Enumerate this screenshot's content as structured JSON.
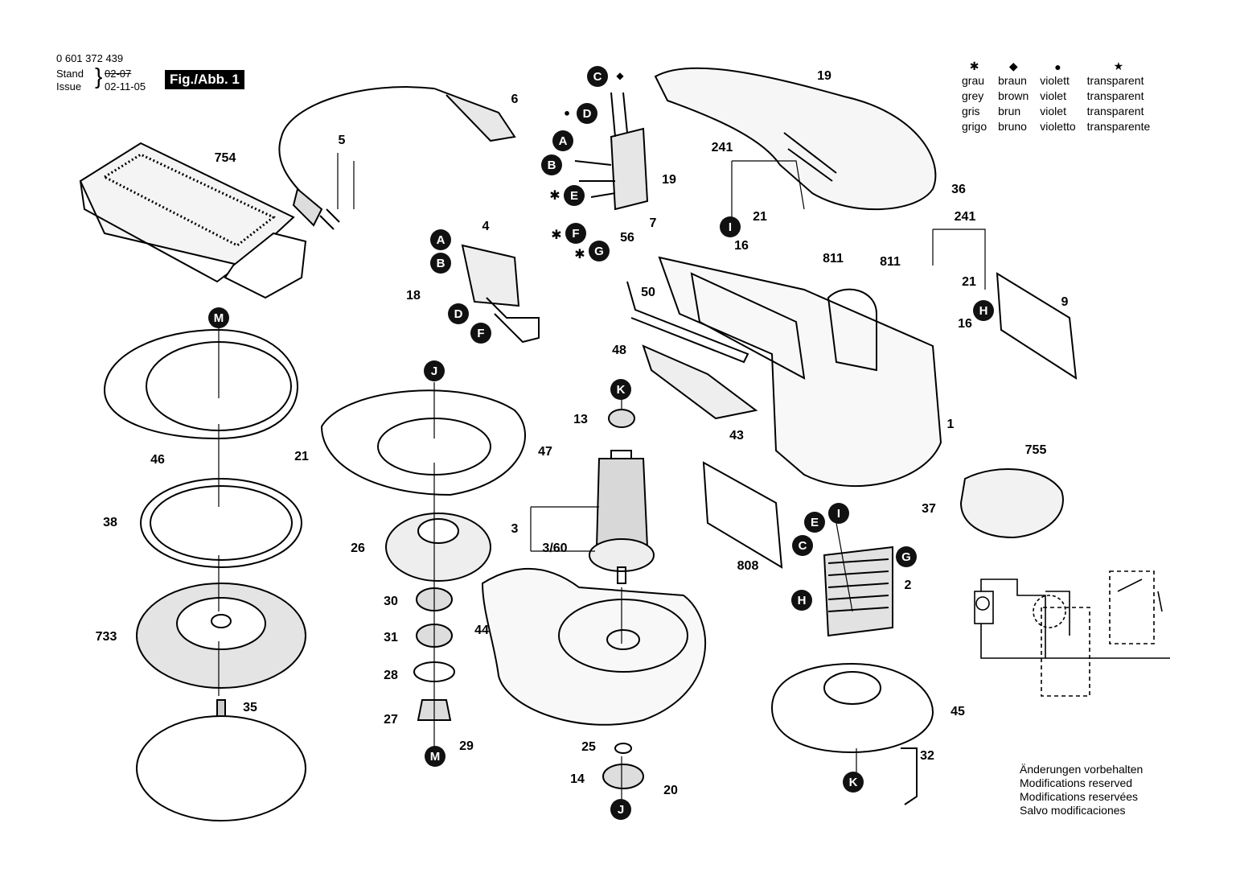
{
  "header": {
    "part_number": "0 601 372 439",
    "stand_label": "Stand",
    "issue_label": "Issue",
    "stand_date": "02-07",
    "issue_date": "02-11-05",
    "figure_label": "Fig./Abb. 1"
  },
  "legend": {
    "symbols": [
      "✱",
      "◆",
      "●",
      "★"
    ],
    "rows": [
      [
        "grau",
        "braun",
        "violett",
        "transparent"
      ],
      [
        "grey",
        "brown",
        "violet",
        "transparent"
      ],
      [
        "gris",
        "brun",
        "violet",
        "transparent"
      ],
      [
        "grigo",
        "bruno",
        "violetto",
        "transparente"
      ]
    ]
  },
  "notes": [
    "Änderungen vorbehalten",
    "Modifications reserved",
    "Modifications reservées",
    "Salvo modificaciones"
  ],
  "part_labels": [
    "754",
    "5",
    "6",
    "4",
    "18",
    "56",
    "19",
    "7",
    "241",
    "21",
    "16",
    "811",
    "36",
    "241",
    "811",
    "21",
    "16",
    "9",
    "50",
    "48",
    "43",
    "1",
    "755",
    "37",
    "46",
    "21",
    "38",
    "47",
    "13",
    "3",
    "3/60",
    "26",
    "30",
    "31",
    "28",
    "27",
    "29",
    "733",
    "35",
    "44",
    "25",
    "14",
    "20",
    "808",
    "2",
    "45",
    "32",
    "19"
  ],
  "badges": [
    "C",
    "D",
    "A",
    "B",
    "E",
    "F",
    "G",
    "A",
    "B",
    "D",
    "F",
    "I",
    "H",
    "M",
    "J",
    "K",
    "M",
    "J",
    "E",
    "I",
    "C",
    "G",
    "H",
    "K"
  ],
  "marks": [
    "◆",
    "●",
    "✱",
    "✱",
    "✱"
  ],
  "colors": {
    "ink": "#000000",
    "background": "#ffffff"
  }
}
